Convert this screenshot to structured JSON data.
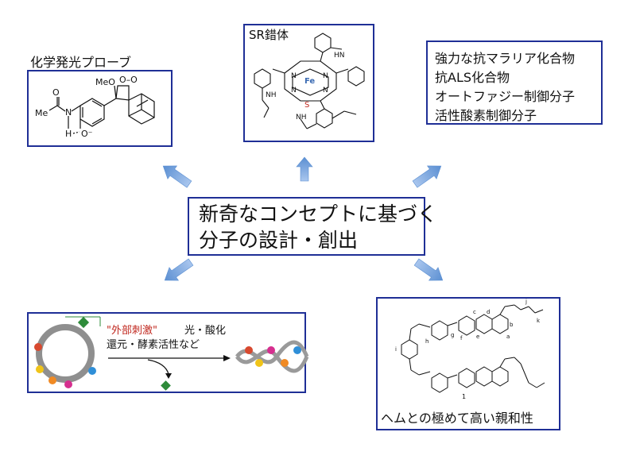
{
  "center": {
    "line1": "新奇なコンセプトに基づく",
    "line2": "分子の設計・創出"
  },
  "probe": {
    "title": "化学発光プローブ",
    "text_meo": "MeO",
    "text_me": "Me",
    "text_n": "N",
    "text_h": "H",
    "text_o": "O"
  },
  "sr": {
    "title": "SR錯体",
    "fe": "Fe",
    "s": "S",
    "hn_top": "HN",
    "nh_left": "NH",
    "nh_bottom": "NH"
  },
  "compounds": {
    "lines": [
      "強力な抗マラリア化合物",
      "抗ALS化合物",
      "オートファジー制御分子",
      "活性酸素制御分子"
    ]
  },
  "external": {
    "stimulus": "\"外部刺激\"",
    "line1_rest": "光・酸化",
    "line2": "還元・酵素活性など"
  },
  "heme": {
    "caption": "ヘムとの極めて高い親和性",
    "compound_number": "1",
    "letters": [
      "d",
      "c",
      "b",
      "a",
      "e",
      "h",
      "g",
      "f",
      "i",
      "j",
      "k"
    ]
  },
  "colors": {
    "box_border": "#1f2f96",
    "arrow": "#7aa6dc",
    "stimulus_red": "#c0271e",
    "fe_blue": "#3b6bb3",
    "s_red": "#c0271e",
    "green": "#2e8b3a"
  }
}
